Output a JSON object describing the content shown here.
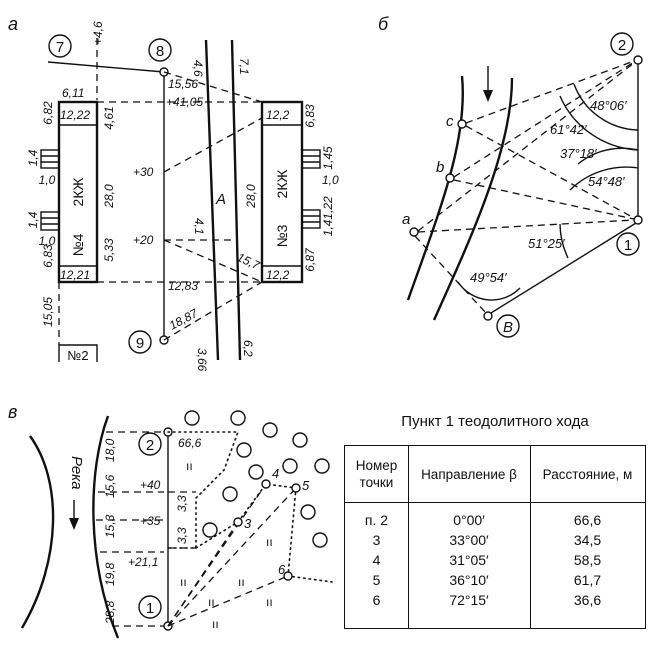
{
  "panel_a": {
    "label": "а",
    "stations": {
      "s7": "7",
      "s8": "8",
      "s9": "9"
    },
    "left_building": {
      "name": "2КЖ",
      "number": "№4",
      "top_width": "12,22",
      "bottom_width": "12,21",
      "depth": "28,0",
      "side_top": "6,82",
      "side_bottom": "6,83",
      "porch_top_a": "1,4",
      "porch_top_b": "1,0",
      "porch_bottom_a": "1,4",
      "porch_bottom_b": "1,0",
      "offset_top": "6,11",
      "inner_top": "4,61",
      "inner_bottom": "5,33"
    },
    "right_building": {
      "name": "2КЖ",
      "number": "№3",
      "top_width": "12,2",
      "bottom_width": "12,2",
      "depth": "28,0",
      "side_top": "6,83",
      "side_bottom": "6,87",
      "porch_top_a": "1,45",
      "porch_top_b": "1,0",
      "porch_bottom_a": "1,22",
      "porch_bottom_b": "1,4"
    },
    "small_building": "№2",
    "road_label": "А",
    "values": {
      "v46": "+4,6",
      "v4_6": "4,6",
      "v7_1": "7,1",
      "v15_56": "15,56",
      "v41_05": "+41,05",
      "v30": "+30",
      "v20": "+20",
      "v4_1": "4,1",
      "v15_7": "15,7",
      "v12_83": "12,83",
      "v18_87": "18,87",
      "v15_05": "15,05",
      "v3_66": "3,66",
      "v6_2": "6,2"
    }
  },
  "panel_b": {
    "label": "б",
    "points": {
      "p2": "2",
      "p1": "1",
      "pB": "В",
      "pa": "a",
      "pb": "b",
      "pc": "c"
    },
    "angles": {
      "a1": "48°06′",
      "a2": "61°42′",
      "a3": "37°18′",
      "a4": "54°48′",
      "a5": "51°25′",
      "a6": "49°54′"
    }
  },
  "panel_v": {
    "label": "в",
    "river": "Река",
    "points": {
      "p2": "2",
      "p1": "1",
      "p3": "3",
      "p4": "4",
      "p5": "5",
      "p6": "6"
    },
    "values": {
      "d66": "66,6",
      "v18": "18,0",
      "v15_6": "15,6",
      "v40": "+40",
      "v3_3a": "3,3",
      "v35": "+35",
      "v15_3": "15,3",
      "v3_3b": "3,3",
      "v21_1": "+21,1",
      "v19_8": "19,8",
      "v28_8": "28,8"
    }
  },
  "table": {
    "title": "Пункт 1 теодолитного хода",
    "headers": [
      "Номер точки",
      "Направление β",
      "Расстояние, м"
    ],
    "rows": [
      [
        "п. 2",
        "0°00′",
        "66,6"
      ],
      [
        "3",
        "33°00′",
        "34,5"
      ],
      [
        "4",
        "31°05′",
        "58,5"
      ],
      [
        "5",
        "36°10′",
        "61,7"
      ],
      [
        "6",
        "72°15′",
        "36,6"
      ]
    ]
  }
}
